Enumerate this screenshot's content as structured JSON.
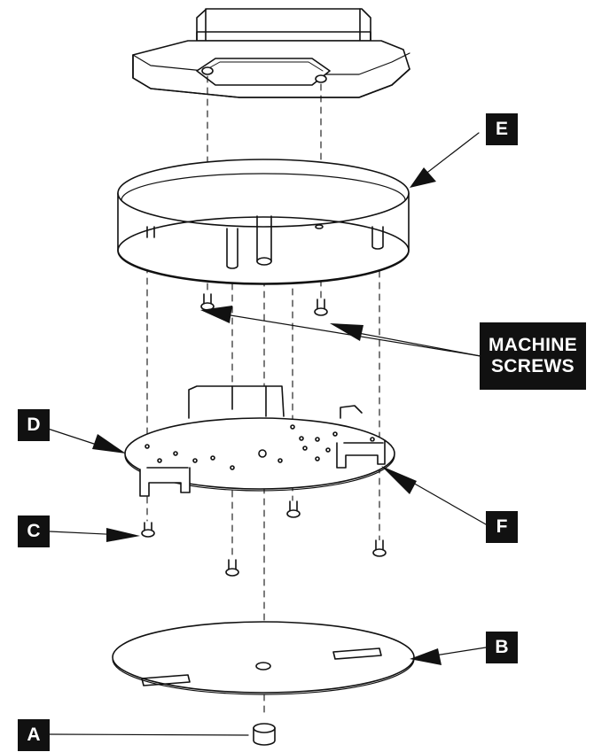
{
  "callouts": {
    "a": "A",
    "b": "B",
    "c": "C",
    "d": "D",
    "e": "E",
    "f": "F",
    "machine_screws": [
      "MACHINE",
      "SCREWS"
    ]
  },
  "colors": {
    "line": "#111111",
    "fill": "#ffffff",
    "callout_bg": "#111111",
    "callout_text": "#ffffff"
  }
}
